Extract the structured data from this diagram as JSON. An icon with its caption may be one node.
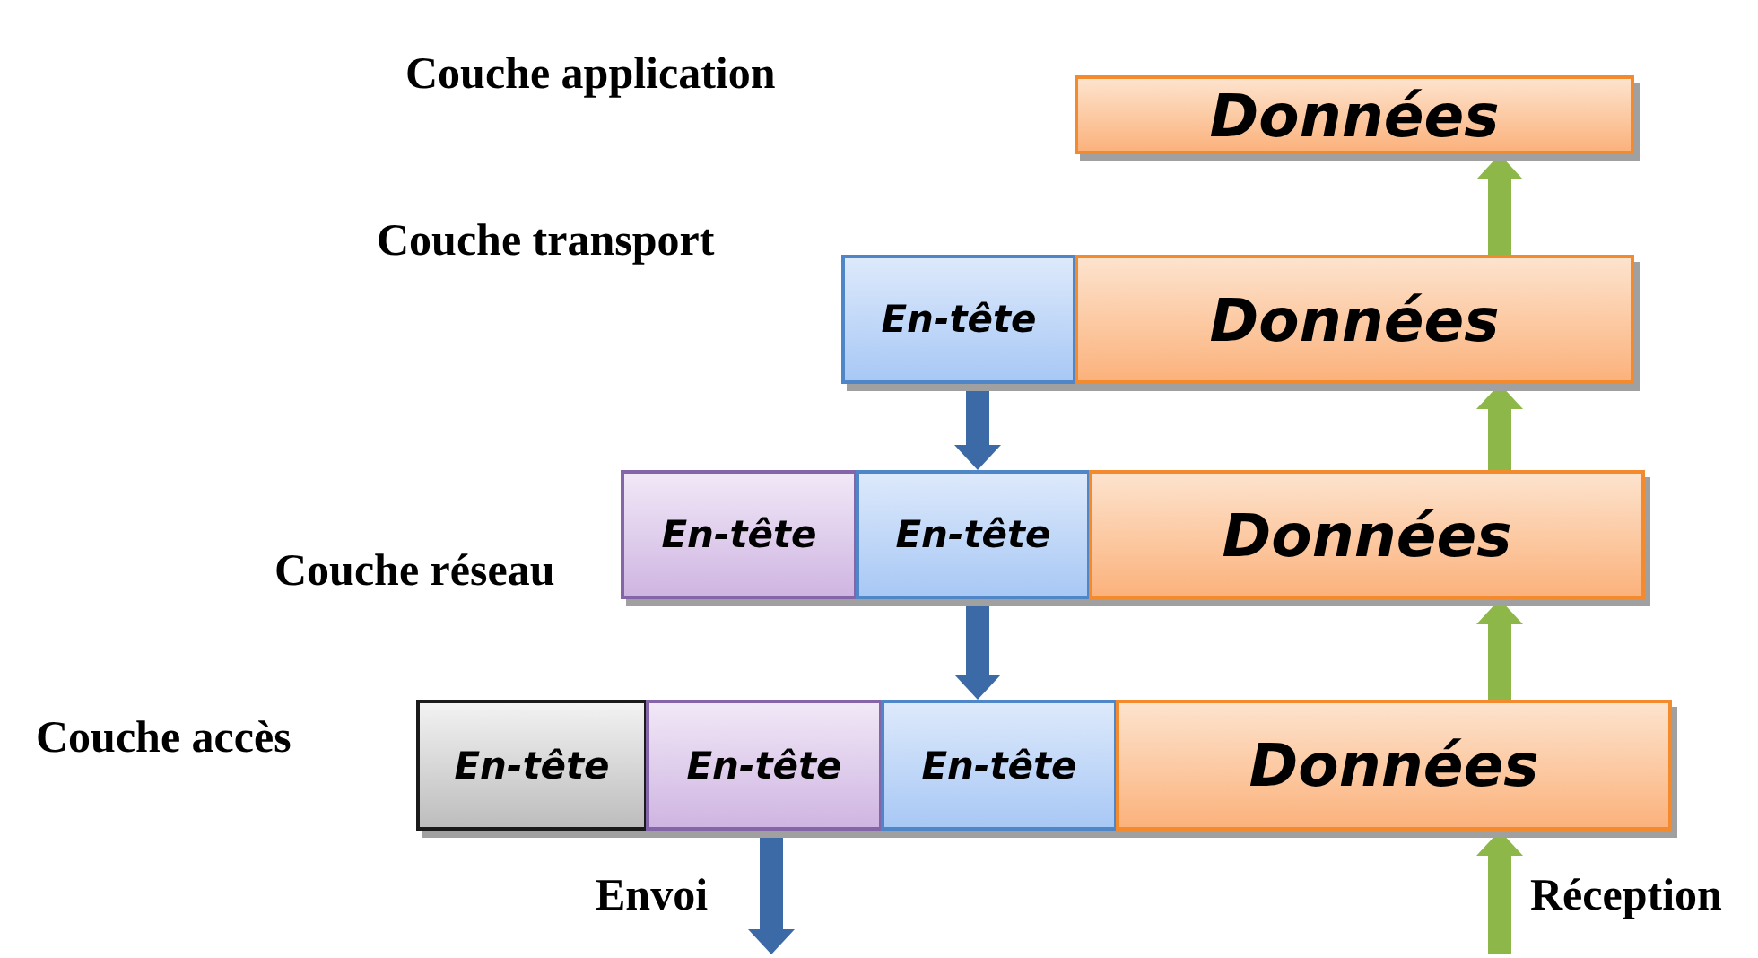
{
  "diagram": {
    "nodes": [
      {
        "text": [
          "Données"
        ]
      },
      {
        "text": [
          "En-tête"
        ]
      },
      {
        "text": [
          "Données"
        ]
      },
      {
        "text": [
          "En-tête"
        ]
      },
      {
        "text": [
          "En-tête"
        ]
      },
      {
        "text": [
          "Données"
        ]
      },
      {
        "text": [
          "En-tête"
        ]
      },
      {
        "text": [
          "En-tête"
        ]
      },
      {
        "text": [
          "En-tête"
        ]
      },
      {
        "text": [
          "Données"
        ]
      }
    ],
    "edges": [
      {
        "from": 1,
        "to": 4,
        "arrow": "to",
        "color": "#3c6aa6"
      },
      {
        "from": 4,
        "to": 8,
        "arrow": "to",
        "color": "#3c6aa6"
      },
      {
        "from": 7,
        "to": null,
        "arrow": "to",
        "color": "#3c6aa6",
        "label": "Envoi"
      },
      {
        "from": null,
        "to": 9,
        "arrow": "to",
        "label": "Réception"
      },
      {
        "from": 9,
        "to": 5,
        "arrow": "to"
      },
      {
        "from": 5,
        "to": 2,
        "arrow": "to"
      },
      {
        "from": 2,
        "to": 0,
        "arrow": "to"
      }
    ],
    "labels": [
      "Couche application",
      "Couche transport",
      "Couche réseau",
      "Couche accès"
    ]
  }
}
